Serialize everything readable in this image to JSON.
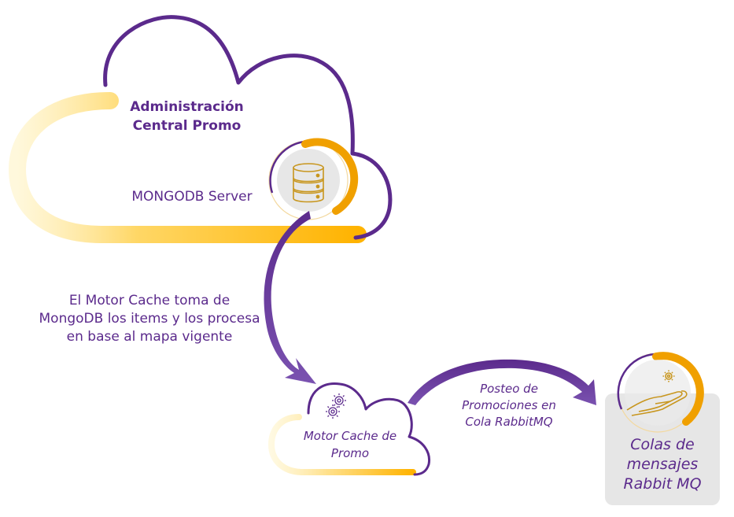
{
  "diagram": {
    "colors": {
      "purple": "#5b2a8c",
      "text_purple": "#5b2a8c",
      "gold": "#f0a000",
      "gold_light": "#ffd966",
      "icon_gold": "#c8961e",
      "circle_fill": "#e7e7e7",
      "card_bg": "#e6e6e6"
    },
    "central_cloud": {
      "title_line1": "Administración",
      "title_line2": "Central Promo",
      "server_label": "MONGODB Server",
      "icon": "database-icon"
    },
    "flow_description": {
      "line1": "El Motor Cache toma de",
      "line2": "MongoDB los items y los procesa",
      "line3": "en base al mapa vigente"
    },
    "motor_cloud": {
      "label_line1": "Motor Cache de",
      "label_line2": "Promo",
      "icon": "gears-icon"
    },
    "posting_arrow": {
      "line1": "Posteo de",
      "line2": "Promociones en",
      "line3": "Cola RabbitMQ"
    },
    "rabbit_card": {
      "line1": "Colas de",
      "line2": "mensajes",
      "line3": "Rabbit MQ",
      "icon": "hand-gear-icon"
    }
  }
}
